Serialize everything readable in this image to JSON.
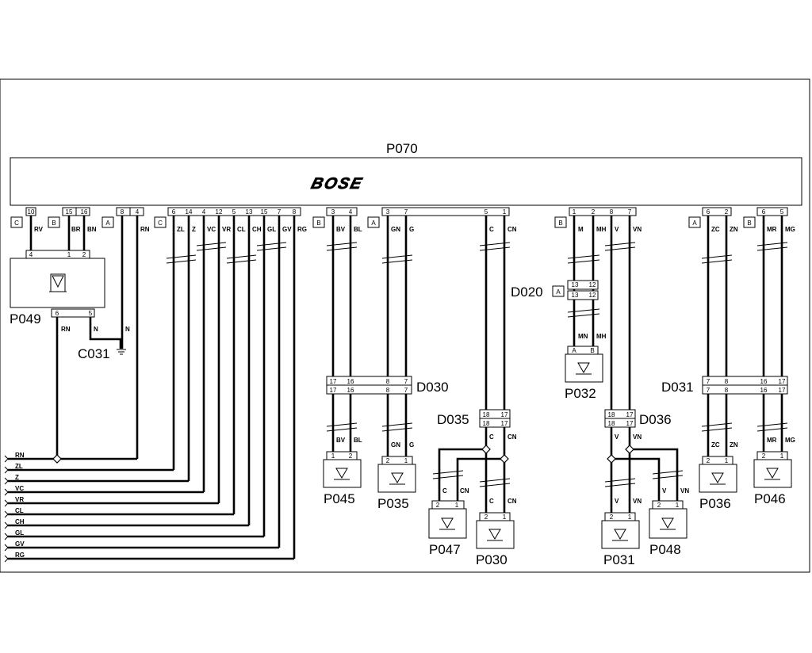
{
  "title": "P070",
  "logo": "BOSE",
  "connectors": {
    "C": "C",
    "B": "B",
    "A": "A"
  },
  "pins_top": {
    "g1": [
      "10"
    ],
    "g2": [
      "15",
      "16"
    ],
    "g3": [
      "8",
      "4"
    ],
    "g4": [
      "6",
      "14",
      "4",
      "12",
      "5",
      "13",
      "15",
      "7",
      "8"
    ],
    "g5": [
      "3",
      "4"
    ],
    "g6": [
      "3",
      "7"
    ],
    "g7": [
      "5",
      "1"
    ],
    "g8": [
      "1",
      "2",
      "8",
      "7"
    ],
    "g9": [
      "6",
      "2"
    ],
    "g10": [
      "6",
      "5"
    ]
  },
  "wires_top": {
    "rv": "RV",
    "br": "BR",
    "bn": "BN",
    "rn": "RN",
    "zl": "ZL",
    "z": "Z",
    "vc": "VC",
    "vr": "VR",
    "cl": "CL",
    "ch": "CH",
    "gl": "GL",
    "gv": "GV",
    "rg": "RG",
    "bv": "BV",
    "bl": "BL",
    "gn": "GN",
    "g": "G",
    "c": "C",
    "cn": "CN",
    "m": "M",
    "mh": "MH",
    "v": "V",
    "vn": "VN",
    "zc": "ZC",
    "zn": "ZN",
    "mr": "MR",
    "mg": "MG",
    "n": "N",
    "mn": "MN"
  },
  "components": {
    "p049": "P049",
    "c031": "C031",
    "d030": "D030",
    "d035": "D035",
    "d020": "D020",
    "d036": "D036",
    "d031": "D031",
    "p045": "P045",
    "p035": "P035",
    "p047": "P047",
    "p030": "P030",
    "p032": "P032",
    "p031": "P031",
    "p048": "P048",
    "p036": "P036",
    "p046": "P046"
  },
  "p049_pins": {
    "top": [
      "4",
      "1",
      "2"
    ],
    "bottom": [
      "6",
      "5"
    ]
  },
  "d030_pins": {
    "r1": [
      "17",
      "16",
      "8",
      "7"
    ],
    "r2": [
      "17",
      "16",
      "8",
      "7"
    ]
  },
  "d031_pins": {
    "r1": [
      "7",
      "8",
      "16",
      "17"
    ],
    "r2": [
      "7",
      "8",
      "16",
      "17"
    ]
  },
  "d035_pins": {
    "r1": [
      "18",
      "17"
    ],
    "r2": [
      "18",
      "17"
    ]
  },
  "d036_pins": {
    "r1": [
      "18",
      "17"
    ],
    "r2": [
      "18",
      "17"
    ]
  },
  "d020_pins": {
    "r1": [
      "13",
      "12"
    ],
    "r2": [
      "13",
      "12"
    ]
  },
  "p032_pins": [
    "A",
    "B"
  ],
  "spk_pins": {
    "a": [
      "1",
      "2"
    ],
    "b": [
      "2",
      "1"
    ]
  },
  "left_bus": [
    "RN",
    "ZL",
    "Z",
    "VC",
    "VR",
    "CL",
    "CH",
    "GL",
    "GV",
    "RG"
  ]
}
